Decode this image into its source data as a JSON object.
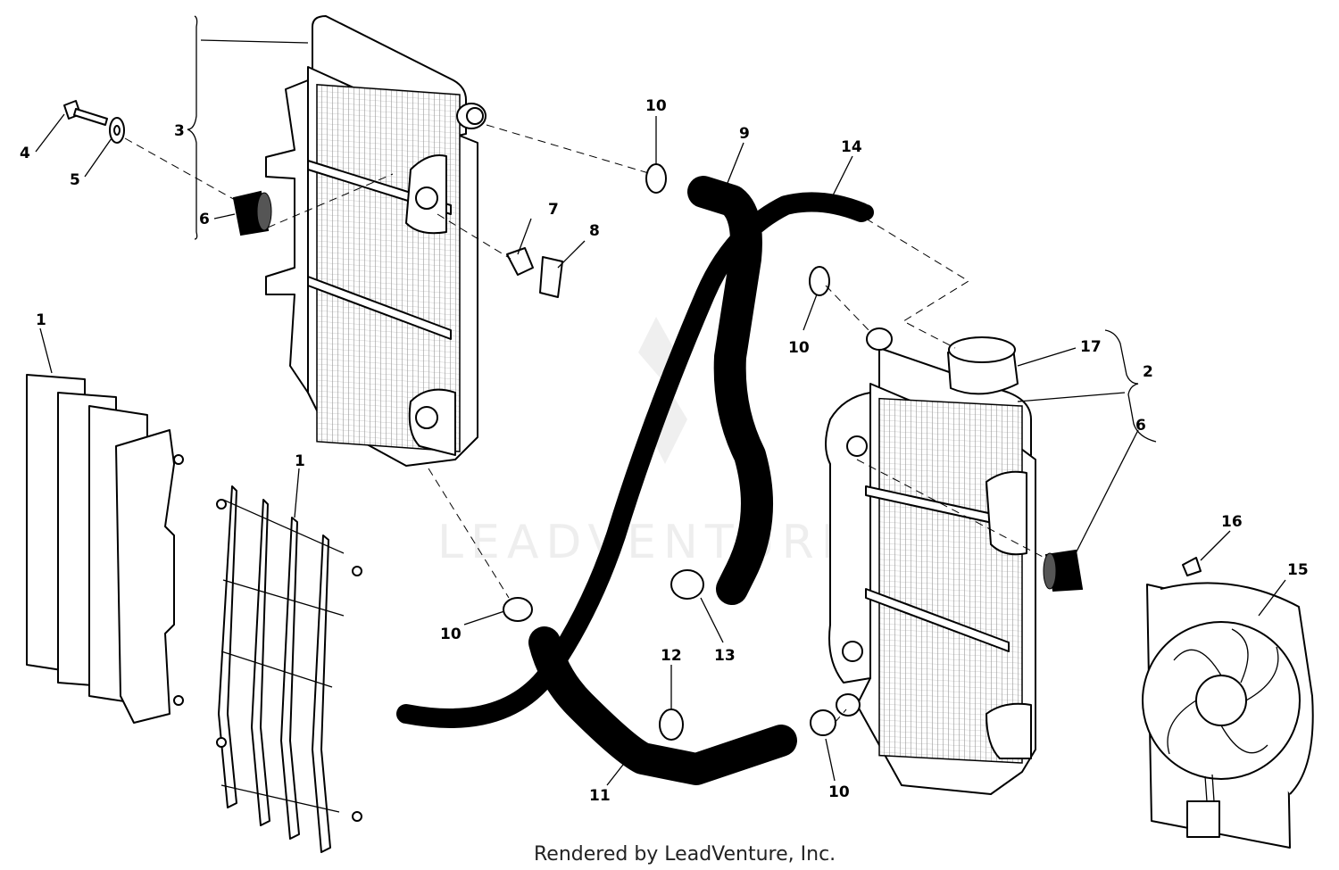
{
  "watermark_text": "LEADVENTURE",
  "footer_text": "Rendered by LeadVenture, Inc.",
  "labels": {
    "l1a": "1",
    "l1b": "1",
    "l2": "2",
    "l3": "3",
    "l4": "4",
    "l5": "5",
    "l6a": "6",
    "l6b": "6",
    "l7": "7",
    "l8": "8",
    "l9": "9",
    "l10a": "10",
    "l10b": "10",
    "l10c": "10",
    "l10d": "10",
    "l11": "11",
    "l12": "12",
    "l13": "13",
    "l14": "14",
    "l15": "15",
    "l16": "16",
    "l17": "17"
  },
  "colors": {
    "ink": "#000000",
    "watermark": "#eeeeee"
  }
}
